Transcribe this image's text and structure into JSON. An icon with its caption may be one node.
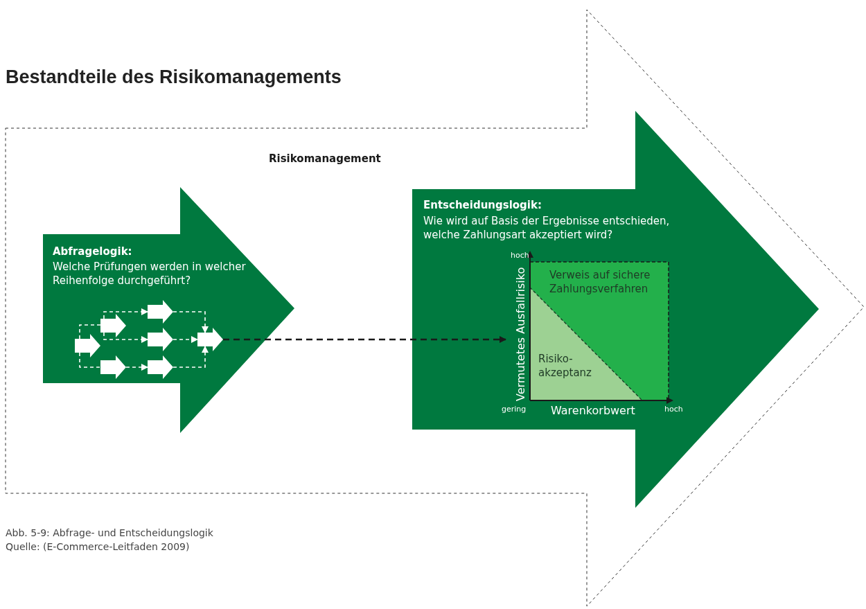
{
  "diagram": {
    "title": "Bestandteile des Risikomanagements",
    "caption": "Abb. 5-9: Abfrage- und Entscheidungslogik",
    "nodes": [
      {
        "text": [
          "Risikomanagement"
        ]
      },
      {
        "text": [
          "Abfragelogik:",
          "Welche Prüfungen werden in welcher Reihenfolge durchgeführt?"
        ],
        "in": 0
      },
      {
        "text": [],
        "shape": "arrow",
        "in": 1
      },
      {
        "text": [],
        "shape": "arrow",
        "in": 1
      },
      {
        "text": [],
        "shape": "arrow",
        "in": 1
      },
      {
        "text": [],
        "shape": "arrow",
        "in": 1
      },
      {
        "text": [],
        "shape": "arrow",
        "in": 1
      },
      {
        "text": [],
        "shape": "arrow",
        "in": 1
      },
      {
        "text": [],
        "shape": "arrow",
        "in": 1
      },
      {
        "text": [
          "Entscheidungslogik:",
          "Wie wird auf Basis der Ergebnisse entschieden, welche Zahlungsart akzeptiert wird?"
        ],
        "in": 0
      },
      {
        "text": [],
        "shape": "box",
        "in": 9
      },
      {
        "text": [
          "Verweis auf sichere Zahlungsverfahren"
        ],
        "in": 10
      },
      {
        "text": [
          "Risiko- akzeptanz"
        ],
        "in": 10
      }
    ],
    "edges": [
      {
        "from": 2,
        "to": 3,
        "arrow": "none",
        "style": "dashed"
      },
      {
        "from": 2,
        "to": 4,
        "arrow": "none",
        "style": "dashed"
      },
      {
        "from": 3,
        "to": 5,
        "arrow": "to",
        "style": "dashed"
      },
      {
        "from": 3,
        "to": 6,
        "arrow": "to",
        "style": "dashed"
      },
      {
        "from": 4,
        "to": 7,
        "arrow": "to",
        "style": "dashed"
      },
      {
        "from": 5,
        "to": 8,
        "arrow": "to",
        "style": "dashed"
      },
      {
        "from": 6,
        "to": 8,
        "arrow": "to",
        "style": "dashed"
      },
      {
        "from": 7,
        "to": 8,
        "arrow": "to",
        "style": "dashed"
      },
      {
        "from": 8,
        "to": 10,
        "arrow": "to",
        "style": "dashed",
        "color": "#1a1a1a"
      }
    ],
    "labels": [
      "hoch",
      "Vermutetes Ausfallrisiko",
      "gering",
      "Warenkorbwert",
      "hoch",
      "Quelle: (E-Commerce-Leitfaden 2009)"
    ]
  }
}
